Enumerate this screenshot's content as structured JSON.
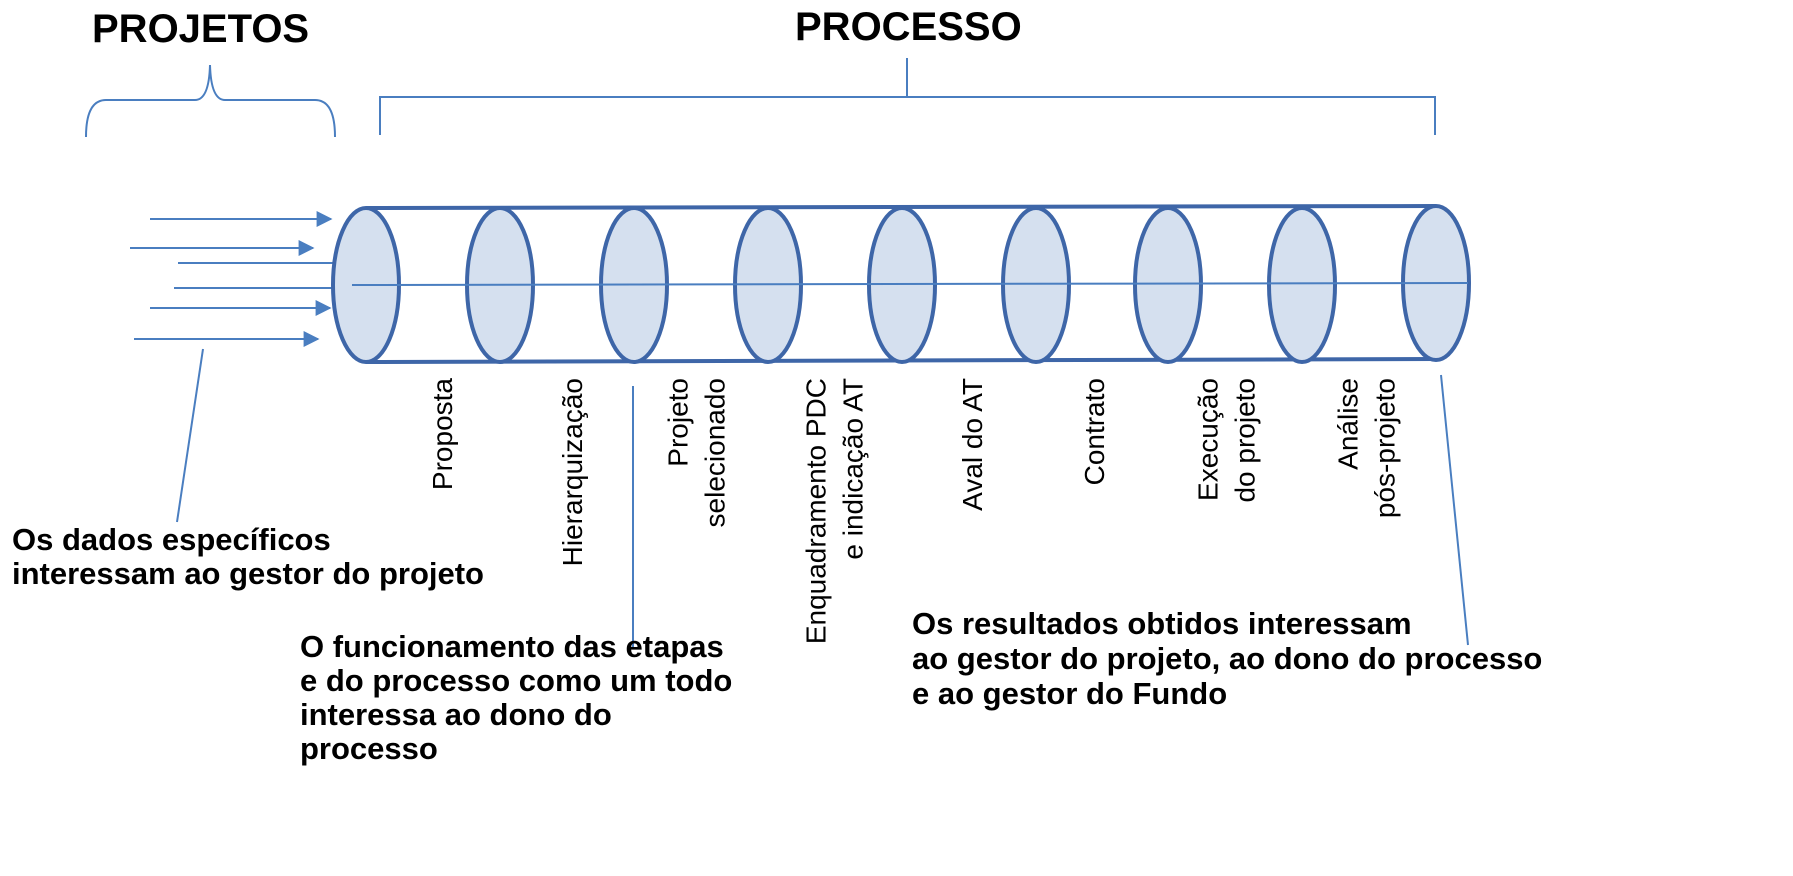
{
  "headings": {
    "projects": "PROJETOS",
    "process": "PROCESSO"
  },
  "stages": [
    {
      "lines": [
        "Proposta"
      ]
    },
    {
      "lines": [
        "Hierarquização"
      ]
    },
    {
      "lines": [
        "Projeto",
        "selecionado"
      ]
    },
    {
      "lines": [
        "Enquadramento PDC",
        "e indicação AT"
      ]
    },
    {
      "lines": [
        "Aval do AT"
      ]
    },
    {
      "lines": [
        "Contrato"
      ]
    },
    {
      "lines": [
        "Execução",
        "do projeto"
      ]
    },
    {
      "lines": [
        "Análise",
        "pós-projeto"
      ]
    }
  ],
  "notes": {
    "projects": [
      "Os dados específicos",
      "interessam ao gestor do projeto"
    ],
    "stages": [
      "O funcionamento das etapas",
      "e do processo como um todo",
      "interessa ao dono do",
      "processo"
    ],
    "results": [
      "Os resultados obtidos interessam",
      "ao gestor do projeto, ao dono do processo",
      "e ao gestor do Fundo"
    ]
  },
  "colors": {
    "tube_stroke": "#3e66a8",
    "disc_fill": "#d5e0ef",
    "line": "#4a7ec0"
  }
}
